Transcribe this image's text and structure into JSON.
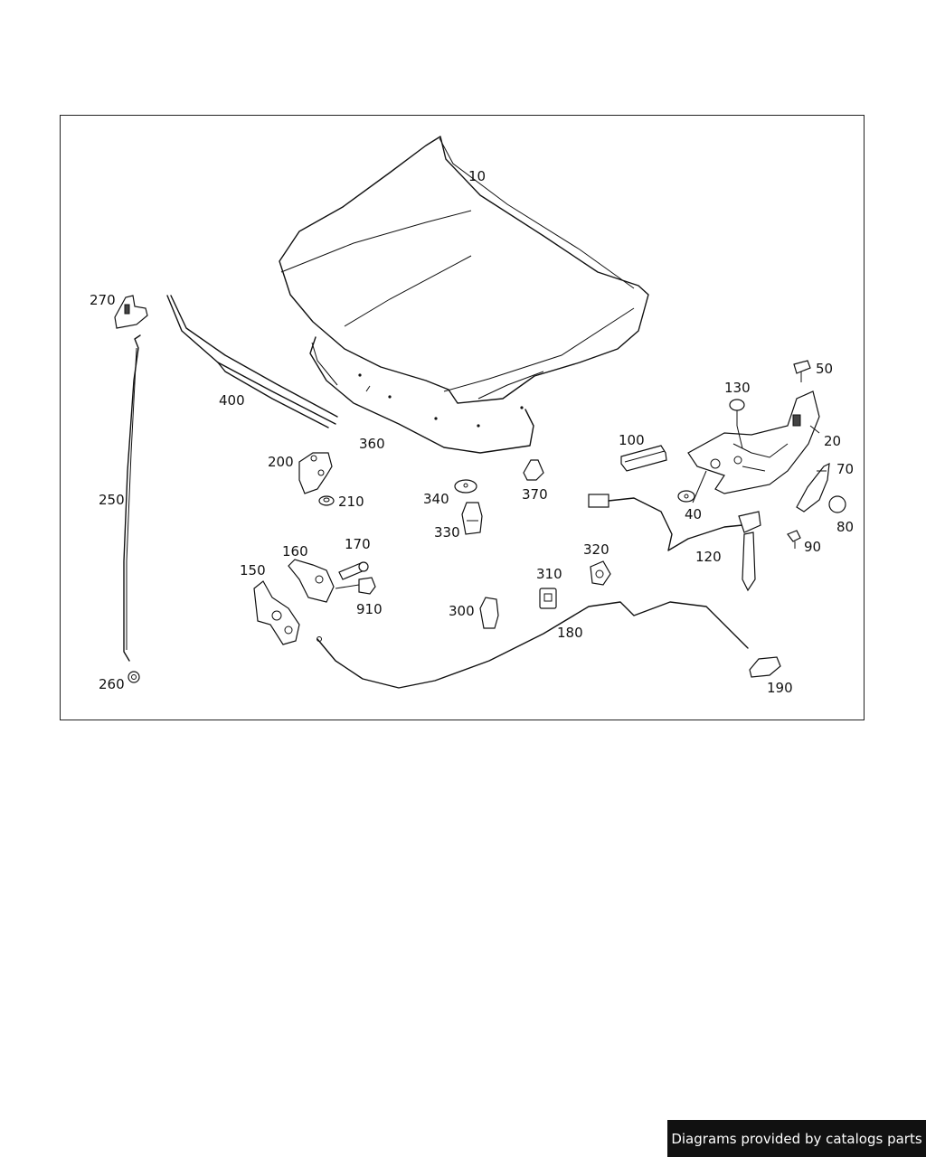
{
  "diagram": {
    "part_labels": {
      "p10": "10",
      "p20": "20",
      "p40": "40",
      "p50": "50",
      "p70": "70",
      "p80": "80",
      "p90": "90",
      "p100": "100",
      "p120": "120",
      "p130": "130",
      "p150": "150",
      "p160": "160",
      "p170": "170",
      "p180": "180",
      "p190": "190",
      "p200": "200",
      "p210": "210",
      "p250": "250",
      "p260": "260",
      "p270": "270",
      "p300": "300",
      "p310": "310",
      "p320": "320",
      "p330": "330",
      "p340": "340",
      "p360": "360",
      "p370": "370",
      "p400": "400",
      "p910": "910"
    }
  },
  "footer": {
    "credit": "Diagrams provided by catalogs parts"
  }
}
